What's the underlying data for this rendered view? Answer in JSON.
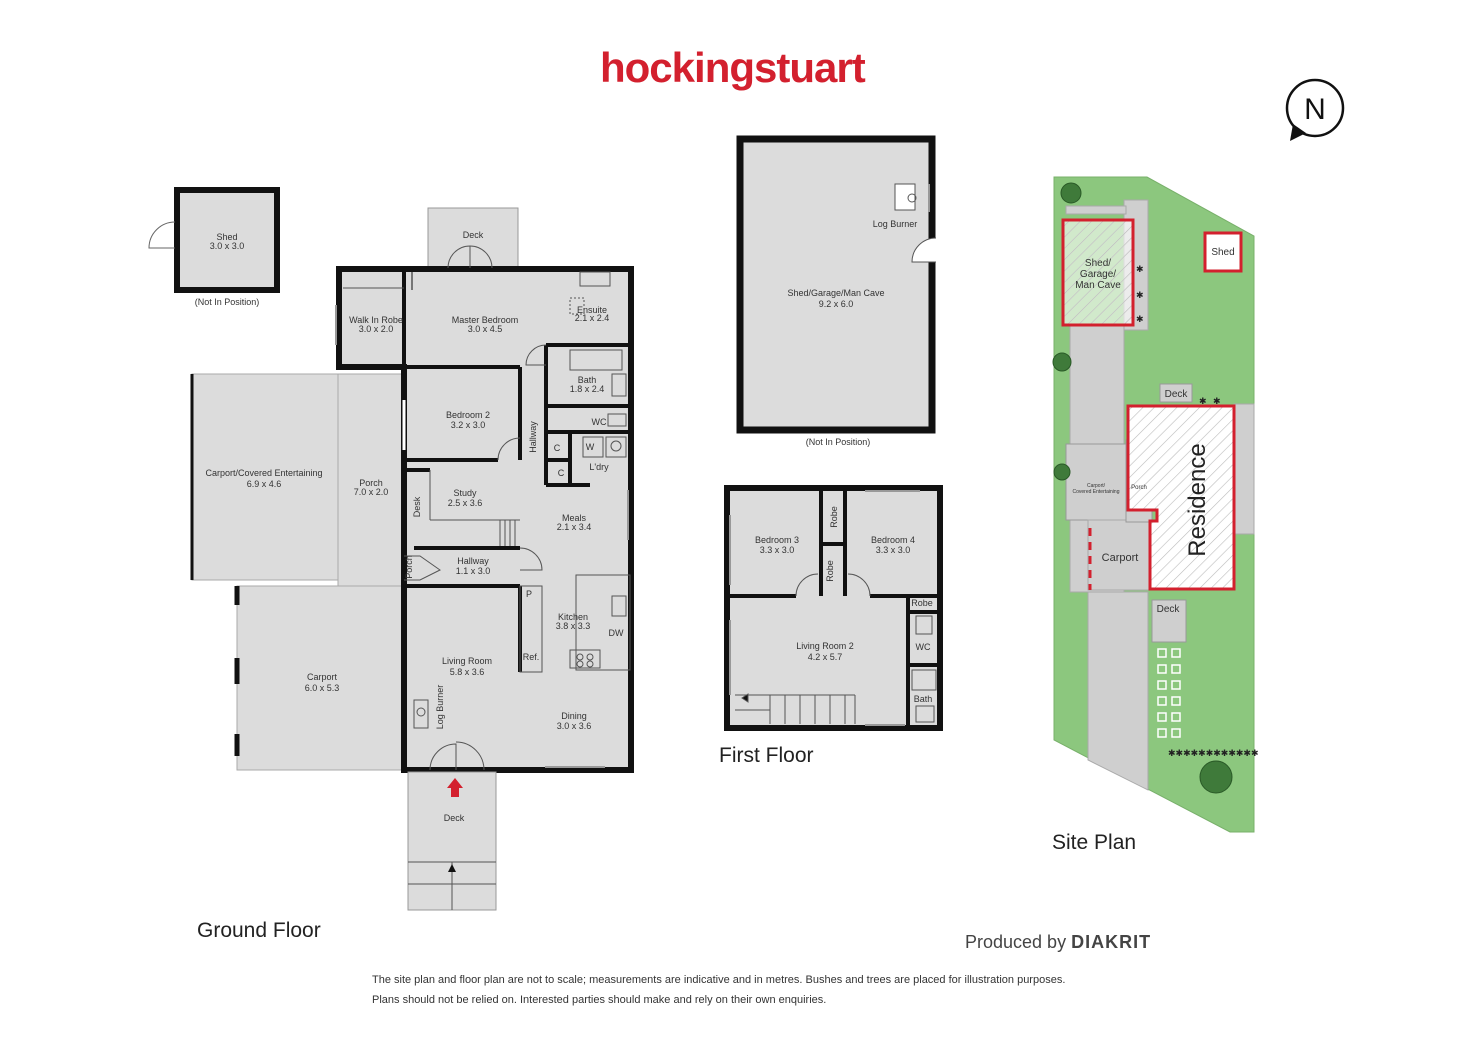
{
  "brand": "hockingstuart",
  "compass": "N",
  "colors": {
    "brand": "#d3202e",
    "wall": "#111111",
    "room": "#dcdcdc",
    "grass": "#8cc77e",
    "paving": "#cfcfcf"
  },
  "ground_floor": {
    "title": "Ground Floor",
    "rooms": {
      "shed": {
        "name": "Shed",
        "size": "3.0 x 3.0",
        "note": "(Not In Position)"
      },
      "deck_top": {
        "name": "Deck"
      },
      "walk_in_robe": {
        "name": "Walk In Robe",
        "size": "3.0 x 2.0"
      },
      "master_bedroom": {
        "name": "Master Bedroom",
        "size": "3.0 x 4.5"
      },
      "ensuite": {
        "name": "Ensuite",
        "size": "2.1 x 2.4"
      },
      "bath": {
        "name": "Bath",
        "size": "1.8 x 2.4"
      },
      "wc": {
        "name": "WC"
      },
      "bedroom2": {
        "name": "Bedroom 2",
        "size": "3.2 x 3.0"
      },
      "hallway_v": {
        "name": "Hallway"
      },
      "w": {
        "name": "W"
      },
      "c1": {
        "name": "C"
      },
      "c2": {
        "name": "C"
      },
      "ldry": {
        "name": "L'dry"
      },
      "carport_ent": {
        "name": "Carport/Covered Entertaining",
        "size": "6.9 x 4.6"
      },
      "porch": {
        "name": "Porch",
        "size": "7.0 x 2.0"
      },
      "desk": {
        "name": "Desk"
      },
      "study": {
        "name": "Study",
        "size": "2.5 x 3.6"
      },
      "meals": {
        "name": "Meals",
        "size": "2.1 x 3.4"
      },
      "porch_small": {
        "name": "Porch"
      },
      "hallway_h": {
        "name": "Hallway",
        "size": "1.1 x 3.0"
      },
      "p": {
        "name": "P"
      },
      "kitchen": {
        "name": "Kitchen",
        "size": "3.8 x 3.3"
      },
      "dw": {
        "name": "DW"
      },
      "ref": {
        "name": "Ref."
      },
      "living_room": {
        "name": "Living Room",
        "size": "5.8 x 3.6"
      },
      "log_burner": {
        "name": "Log Burner"
      },
      "dining": {
        "name": "Dining",
        "size": "3.0 x 3.6"
      },
      "carport": {
        "name": "Carport",
        "size": "6.0 x 5.3"
      },
      "deck_front": {
        "name": "Deck"
      }
    }
  },
  "garage": {
    "name": "Shed/Garage/Man Cave",
    "size": "9.2 x 6.0",
    "log_burner": "Log Burner",
    "note": "(Not In Position)"
  },
  "first_floor": {
    "title": "First Floor",
    "rooms": {
      "bedroom3": {
        "name": "Bedroom 3",
        "size": "3.3 x 3.0"
      },
      "robe1": {
        "name": "Robe"
      },
      "robe2": {
        "name": "Robe"
      },
      "bedroom4": {
        "name": "Bedroom 4",
        "size": "3.3 x 3.0"
      },
      "robe3": {
        "name": "Robe"
      },
      "living2": {
        "name": "Living Room 2",
        "size": "4.2 x 5.7"
      },
      "wc": {
        "name": "WC"
      },
      "bath": {
        "name": "Bath"
      }
    }
  },
  "site_plan": {
    "title": "Site Plan",
    "shed_garage": "Shed/\nGarage/\nMan Cave",
    "shed_garage_lines": [
      "Shed/",
      "Garage/",
      "Man Cave"
    ],
    "shed": "Shed",
    "deck_top": "Deck",
    "residence": "Residence",
    "carport_ent_lines": [
      "Carport/",
      "Covered Entertaining"
    ],
    "porch": "Porch",
    "carport": "Carport",
    "deck_bottom": "Deck"
  },
  "produced_by": {
    "prefix": "Produced by",
    "company": "DIAKRIT"
  },
  "disclaimer": [
    "The site plan and floor plan are not to scale; measurements are indicative and in metres. Bushes and trees are placed for illustration purposes.",
    "Plans should not be relied on. Interested parties should make and rely on their own enquiries."
  ]
}
